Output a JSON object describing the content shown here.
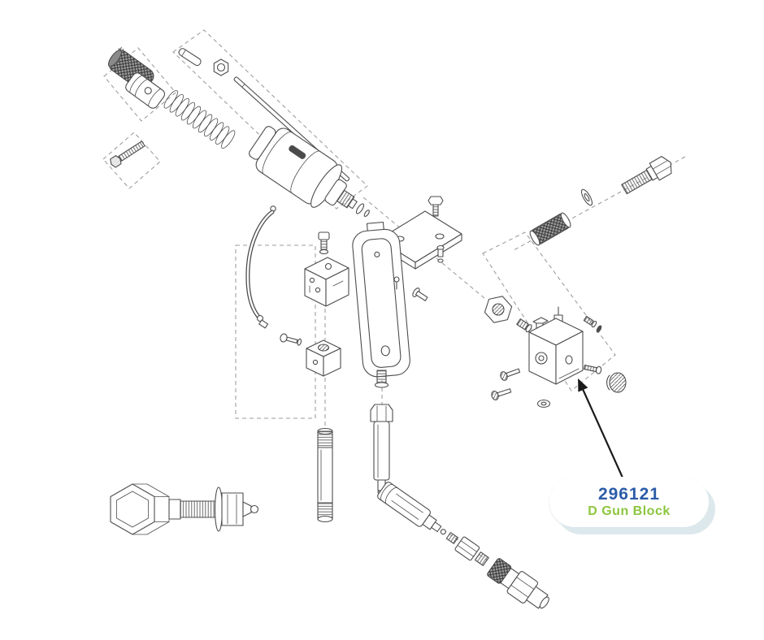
{
  "page": {
    "background": "#ffffff"
  },
  "callout": {
    "part_number": "296121",
    "part_name": "D Gun Block",
    "colors": {
      "part_number": "#2b5ca8",
      "part_name": "#8cc63e",
      "badge_background": "#ffffff",
      "badge_shadow": "#dce8ec",
      "arrow": "#1a1a1a"
    }
  },
  "diagram": {
    "type": "exploded-parts-diagram",
    "line_color": "#4d4d4d",
    "dash_color": "#9b9b9b",
    "parts": [
      "set-screw",
      "grip-handle",
      "clamp-sleeve",
      "hex-bolt-left",
      "coil-spring",
      "dowel-pin",
      "hex-nut-small",
      "push-rod",
      "cylinder-body",
      "mount-plate",
      "plate-bolt",
      "plate-screws",
      "handle-frame",
      "frame-pin",
      "side-screw",
      "bent-tube",
      "inlet-fitting",
      "valve-block",
      "block-screw",
      "adapter-block",
      "pipe-nipple",
      "valve-stem",
      "injector-assembly",
      "swivel-nut",
      "nut-nipple",
      "d-gun-block",
      "block-top-fittings",
      "block-bolt-1",
      "block-bolt-2",
      "block-washer",
      "block-screw-right",
      "knob",
      "hex-bolt-large",
      "washer-large",
      "knurled-roller",
      "fitting-assembly",
      "callout-arrow"
    ]
  }
}
